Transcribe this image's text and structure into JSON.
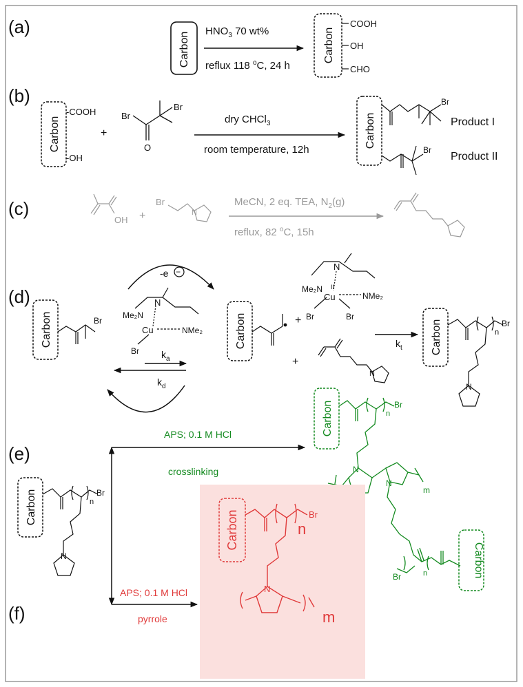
{
  "colors": {
    "black": "#111111",
    "gray": "#9a9a9a",
    "green": "#138a1f",
    "red": "#e03a3a",
    "red_bg": "#fbe0de"
  },
  "panels": {
    "a": {
      "label": "(a)",
      "carbon": "Carbon",
      "reagent_formula": "HNO",
      "reagent_sub": "3",
      "reagent_rest": " 70 wt%",
      "cond_prefix": "reflux 118 ",
      "cond_sup": "o",
      "cond_suffix": "C, 24 h",
      "g1": "COOH",
      "g2": "OH",
      "g3": "CHO"
    },
    "b": {
      "label": "(b)",
      "carbon": "Carbon",
      "g_cooh": "-COOH",
      "g_oh": "-OH",
      "plus": "+",
      "br1": "Br",
      "br2": "Br",
      "o": "O",
      "reagent_main": "dry CHCl",
      "reagent_sub": "3",
      "cond": "room temperature, 12h",
      "prod1_br": "Br",
      "prod2_br": "Br",
      "prod1_label": "Product I",
      "prod2_label": "Product II"
    },
    "c": {
      "label": "(c)",
      "oh": "OH",
      "plus": "+",
      "br": "Br",
      "n": "N",
      "reagent": "MeCN, 2 eq. TEA, N",
      "reagent_sub": "2",
      "reagent_end": "(g)",
      "cond_prefix": "reflux, 82 ",
      "cond_sup": "o",
      "cond_suffix": "C, 15h"
    },
    "d": {
      "label": "(d)",
      "carbon": "Carbon",
      "br": "Br",
      "electron": "-e",
      "minus": "−",
      "n": "N",
      "me2n": "Me₂N",
      "cu": "Cu",
      "nme2": "NMe₂",
      "cu_br": "Br",
      "ka": "k",
      "ka_sub": "a",
      "kd": "k",
      "kd_sub": "d",
      "carbon2": "Carbon",
      "plus1": "+",
      "plus2": "+",
      "cu2_ox": "II",
      "cu2_br1": "Br",
      "cu2_br2": "Br",
      "kt": "k",
      "kt_sub": "t",
      "carbon3": "Carbon",
      "br3": "Br",
      "n_sub": "n",
      "n3": "N"
    },
    "e": {
      "label": "(e)",
      "carbon": "Carbon",
      "br": "Br",
      "n_sub": "n",
      "n_pyr": "N",
      "reagent": "APS; 0.1 M HCl",
      "cond": "crosslinking",
      "carbon_top": "Carbon",
      "br_top": "Br",
      "n_top": "n",
      "m": "m",
      "carbon_bot": "Carbon",
      "br_bot": "Br",
      "n_bot": "n",
      "n_a": "N",
      "n_b": "N"
    },
    "f": {
      "label": "(f)",
      "reagent": "APS; 0.1 M HCl",
      "cond": "pyrrole",
      "carbon": "Carbon",
      "br": "Br",
      "n_sub": "n",
      "n_pyr": "N",
      "m": "m"
    }
  }
}
